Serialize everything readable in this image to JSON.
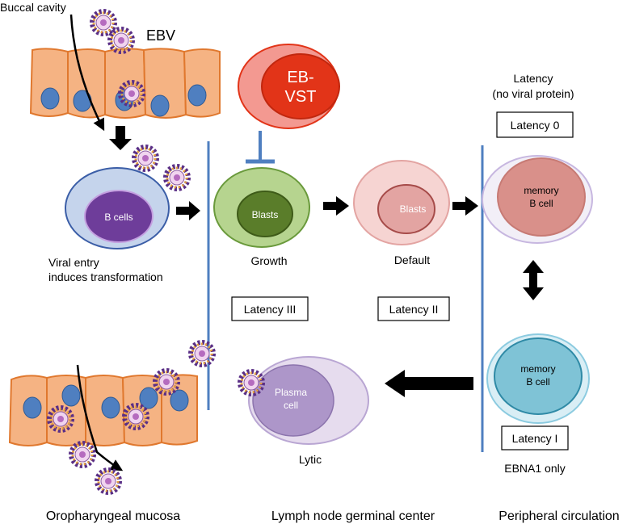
{
  "labels": {
    "buccal_cavity": "Buccal cavity",
    "ebv": "EBV",
    "eb_vst_line1": "EB-",
    "eb_vst_line2": "VST",
    "b_cells": "B cells",
    "viral_entry_line1": "Viral entry",
    "viral_entry_line2": "induces transformation",
    "blasts_growth": "Blasts",
    "growth": "Growth",
    "blasts_default": "Blasts",
    "default": "Default",
    "latency_title_line1": "Latency",
    "latency_title_line2": "(no viral protein)",
    "latency_0": "Latency 0",
    "memory_top_line1": "memory",
    "memory_top_line2": "B cell",
    "latency_iii": "Latency III",
    "latency_ii": "Latency II",
    "memory_bottom_line1": "memory",
    "memory_bottom_line2": "B cell",
    "plasma_line1": "Plasma",
    "plasma_line2": "cell",
    "lytic": "Lytic",
    "latency_i": "Latency I",
    "ebna1_only": "EBNA1 only",
    "oropharyngeal": "Oropharyngeal mucosa",
    "lymph_node": "Lymph node germinal center",
    "peripheral": "Peripheral circulation"
  },
  "colors": {
    "epithelium_fill": "#f5b383",
    "epithelium_stroke": "#e0782e",
    "nucleus": "#4f7fc0",
    "divider": "#4f7fc0",
    "b_cell_outer": "#c5d4ec",
    "b_cell_inner": "#6e3d9a",
    "growth_outer": "#b6d48f",
    "growth_inner": "#5a7d2a",
    "default_outer": "#f6d4d2",
    "default_inner": "#e3a4a2",
    "memory_top_inner": "#d9908a",
    "memory_bottom_inner": "#7fc3d6",
    "plasma_outer": "#e6dcee",
    "plasma_inner": "#ad96c9",
    "ebvst_outer": "#f39991",
    "ebvst_inner": "#e23418",
    "blocker": "#4f7fc0"
  }
}
